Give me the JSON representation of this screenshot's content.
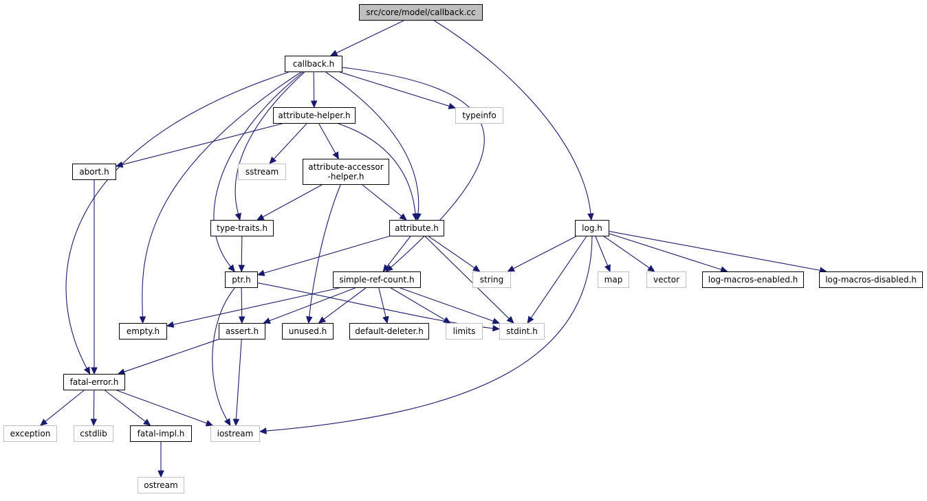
{
  "graph": {
    "nodes": [
      {
        "id": "callback_cc",
        "label": "src/core/model/callback.cc",
        "kind": "root"
      },
      {
        "id": "callback_h",
        "label": "callback.h",
        "kind": "doc"
      },
      {
        "id": "attribute_helper_h",
        "label": "attribute-helper.h",
        "kind": "doc"
      },
      {
        "id": "typeinfo",
        "label": "typeinfo",
        "kind": "ext"
      },
      {
        "id": "abort_h",
        "label": "abort.h",
        "kind": "doc"
      },
      {
        "id": "sstream",
        "label": "sstream",
        "kind": "ext"
      },
      {
        "id": "attribute_accessor_helper_h",
        "label": "attribute-accessor\n-helper.h",
        "kind": "doc"
      },
      {
        "id": "type_traits_h",
        "label": "type-traits.h",
        "kind": "doc"
      },
      {
        "id": "attribute_h",
        "label": "attribute.h",
        "kind": "doc"
      },
      {
        "id": "log_h",
        "label": "log.h",
        "kind": "doc"
      },
      {
        "id": "ptr_h",
        "label": "ptr.h",
        "kind": "doc"
      },
      {
        "id": "simple_ref_count_h",
        "label": "simple-ref-count.h",
        "kind": "doc"
      },
      {
        "id": "string",
        "label": "string",
        "kind": "ext"
      },
      {
        "id": "map",
        "label": "map",
        "kind": "ext"
      },
      {
        "id": "vector",
        "label": "vector",
        "kind": "ext"
      },
      {
        "id": "log_macros_enabled_h",
        "label": "log-macros-enabled.h",
        "kind": "doc"
      },
      {
        "id": "log_macros_disabled_h",
        "label": "log-macros-disabled.h",
        "kind": "doc"
      },
      {
        "id": "empty_h",
        "label": "empty.h",
        "kind": "doc"
      },
      {
        "id": "assert_h",
        "label": "assert.h",
        "kind": "doc"
      },
      {
        "id": "unused_h",
        "label": "unused.h",
        "kind": "doc"
      },
      {
        "id": "default_deleter_h",
        "label": "default-deleter.h",
        "kind": "doc"
      },
      {
        "id": "limits",
        "label": "limits",
        "kind": "ext"
      },
      {
        "id": "stdint_h",
        "label": "stdint.h",
        "kind": "ext"
      },
      {
        "id": "fatal_error_h",
        "label": "fatal-error.h",
        "kind": "doc"
      },
      {
        "id": "exception",
        "label": "exception",
        "kind": "ext"
      },
      {
        "id": "cstdlib",
        "label": "cstdlib",
        "kind": "ext"
      },
      {
        "id": "fatal_impl_h",
        "label": "fatal-impl.h",
        "kind": "doc"
      },
      {
        "id": "iostream",
        "label": "iostream",
        "kind": "ext"
      },
      {
        "id": "ostream",
        "label": "ostream",
        "kind": "ext"
      }
    ],
    "edges": [
      [
        "callback_cc",
        "callback_h"
      ],
      [
        "callback_cc",
        "log_h"
      ],
      [
        "callback_h",
        "attribute_helper_h"
      ],
      [
        "callback_h",
        "typeinfo"
      ],
      [
        "callback_h",
        "type_traits_h"
      ],
      [
        "callback_h",
        "attribute_h"
      ],
      [
        "callback_h",
        "ptr_h"
      ],
      [
        "callback_h",
        "simple_ref_count_h"
      ],
      [
        "callback_h",
        "empty_h"
      ],
      [
        "callback_h",
        "fatal_error_h"
      ],
      [
        "attribute_helper_h",
        "abort_h"
      ],
      [
        "attribute_helper_h",
        "sstream"
      ],
      [
        "attribute_helper_h",
        "attribute_accessor_helper_h"
      ],
      [
        "attribute_helper_h",
        "attribute_h"
      ],
      [
        "attribute_accessor_helper_h",
        "type_traits_h"
      ],
      [
        "attribute_accessor_helper_h",
        "attribute_h"
      ],
      [
        "attribute_accessor_helper_h",
        "unused_h"
      ],
      [
        "abort_h",
        "fatal_error_h"
      ],
      [
        "type_traits_h",
        "ptr_h"
      ],
      [
        "attribute_h",
        "ptr_h"
      ],
      [
        "attribute_h",
        "simple_ref_count_h"
      ],
      [
        "attribute_h",
        "string"
      ],
      [
        "attribute_h",
        "stdint_h"
      ],
      [
        "log_h",
        "string"
      ],
      [
        "log_h",
        "map"
      ],
      [
        "log_h",
        "vector"
      ],
      [
        "log_h",
        "log_macros_enabled_h"
      ],
      [
        "log_h",
        "log_macros_disabled_h"
      ],
      [
        "log_h",
        "stdint_h"
      ],
      [
        "log_h",
        "iostream"
      ],
      [
        "ptr_h",
        "assert_h"
      ],
      [
        "ptr_h",
        "iostream"
      ],
      [
        "ptr_h",
        "stdint_h"
      ],
      [
        "simple_ref_count_h",
        "empty_h"
      ],
      [
        "simple_ref_count_h",
        "assert_h"
      ],
      [
        "simple_ref_count_h",
        "unused_h"
      ],
      [
        "simple_ref_count_h",
        "default_deleter_h"
      ],
      [
        "simple_ref_count_h",
        "limits"
      ],
      [
        "simple_ref_count_h",
        "stdint_h"
      ],
      [
        "assert_h",
        "fatal_error_h"
      ],
      [
        "assert_h",
        "iostream"
      ],
      [
        "fatal_error_h",
        "exception"
      ],
      [
        "fatal_error_h",
        "cstdlib"
      ],
      [
        "fatal_error_h",
        "fatal_impl_h"
      ],
      [
        "fatal_error_h",
        "iostream"
      ],
      [
        "fatal_impl_h",
        "ostream"
      ]
    ]
  }
}
